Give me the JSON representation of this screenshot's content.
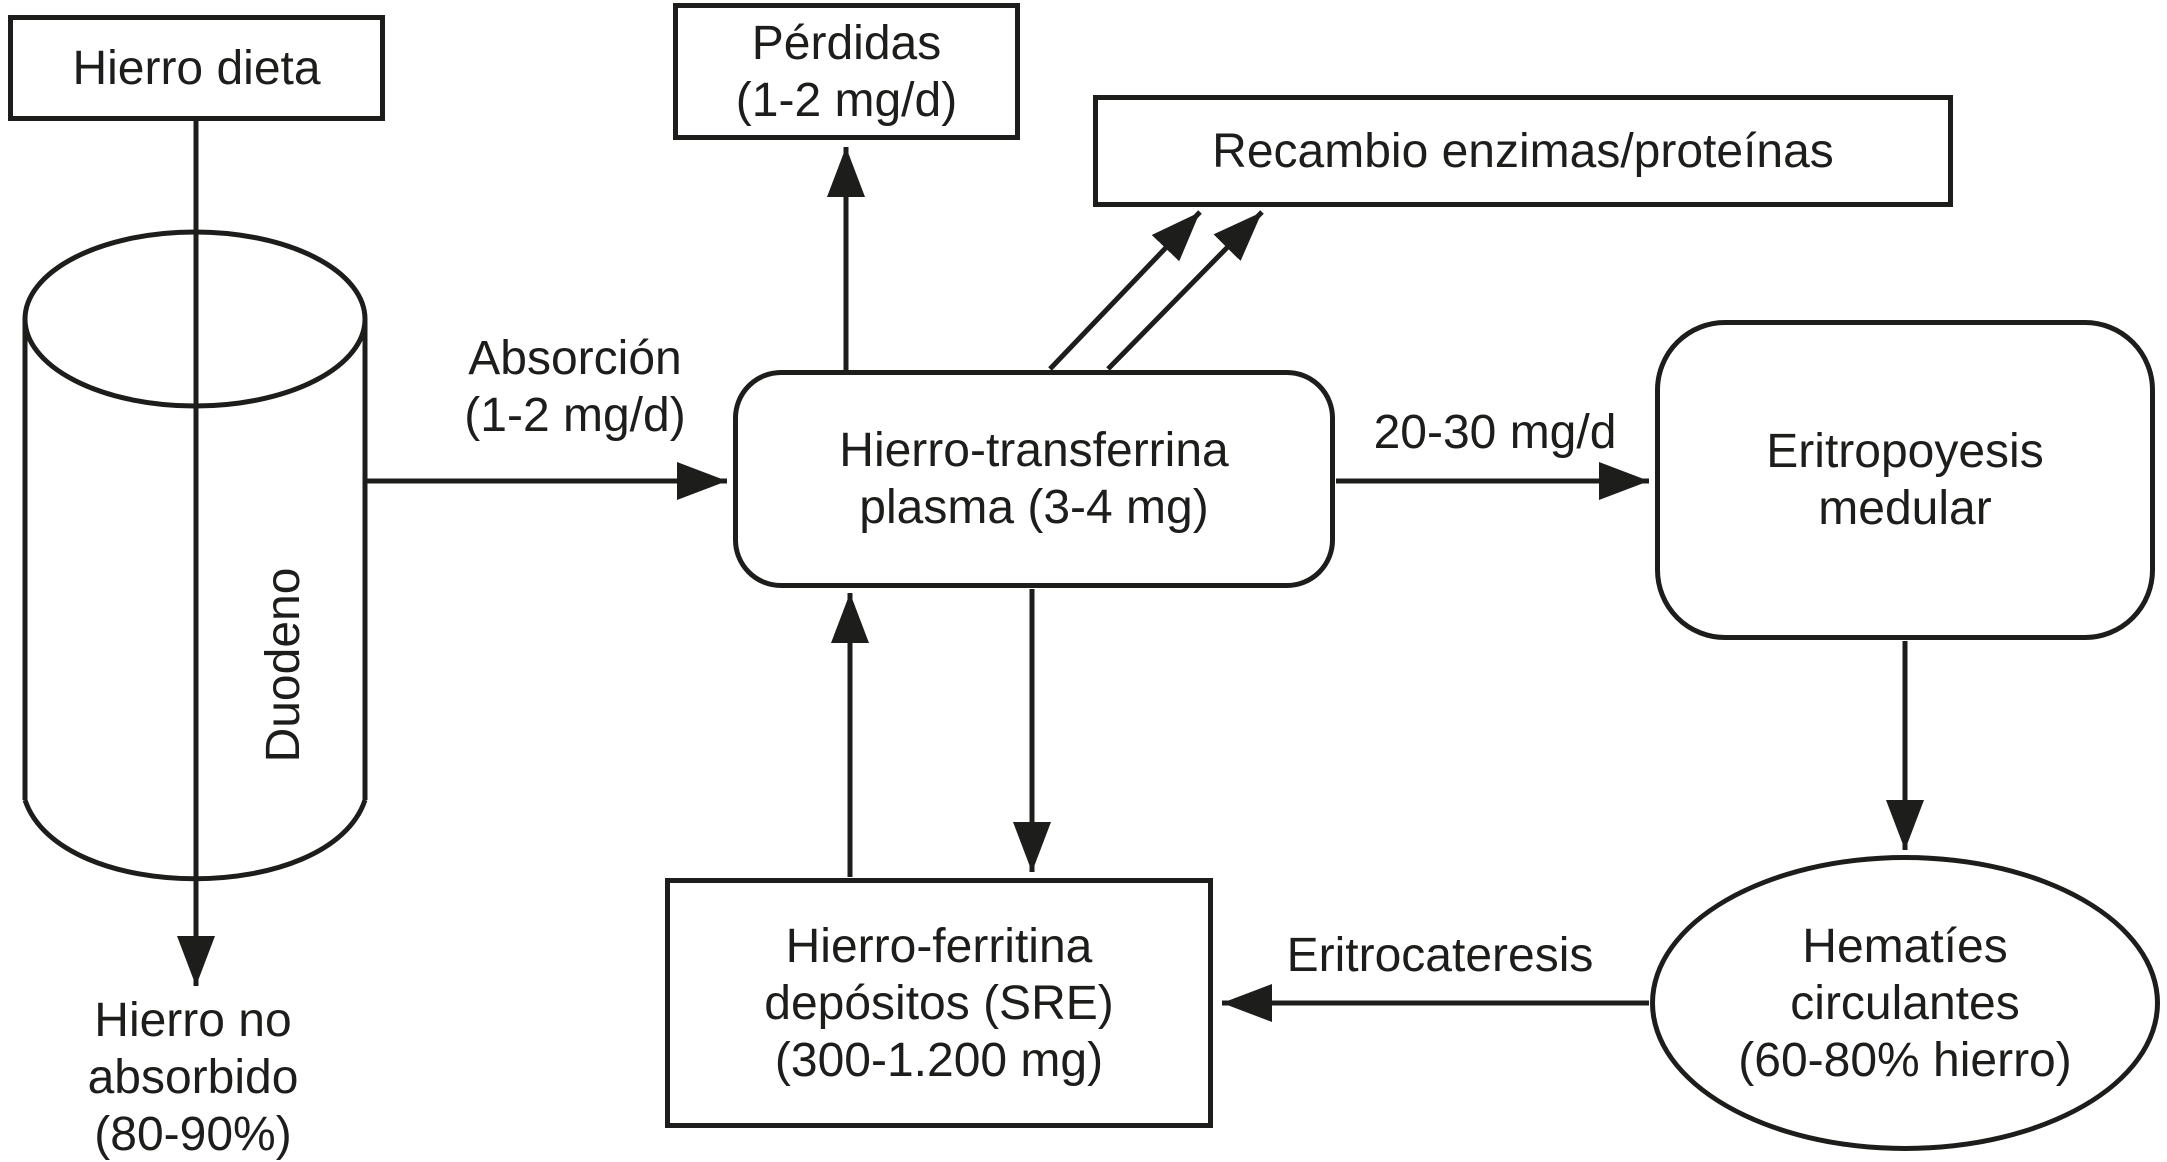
{
  "nodes": {
    "hierro_dieta": {
      "lines": [
        "Hierro dieta"
      ]
    },
    "duodeno": {
      "label": "Duodeno"
    },
    "hierro_no_absorbido": {
      "lines": [
        "Hierro no",
        "absorbido",
        "(80-90%)"
      ]
    },
    "perdidas": {
      "lines": [
        "Pérdidas",
        "(1-2 mg/d)"
      ]
    },
    "recambio": {
      "lines": [
        "Recambio enzimas/proteínas"
      ]
    },
    "transferrina": {
      "lines": [
        "Hierro-transferrina",
        "plasma (3-4 mg)"
      ]
    },
    "eritropoyesis": {
      "lines": [
        "Eritropoyesis",
        "medular"
      ]
    },
    "ferritina": {
      "lines": [
        "Hierro-ferritina",
        "depósitos (SRE)",
        "(300-1.200 mg)"
      ]
    },
    "hematies": {
      "lines": [
        "Hematíes",
        "circulantes",
        "(60-80% hierro)"
      ]
    }
  },
  "edges": {
    "absorcion": {
      "lines": [
        "Absorción",
        "(1-2 mg/d)"
      ]
    },
    "medular_flux": {
      "label": "20-30 mg/d"
    },
    "eritrocateresis": {
      "label": "Eritrocateresis"
    }
  },
  "colors": {
    "ink": "#1d1d1b",
    "background": "#ffffff"
  }
}
